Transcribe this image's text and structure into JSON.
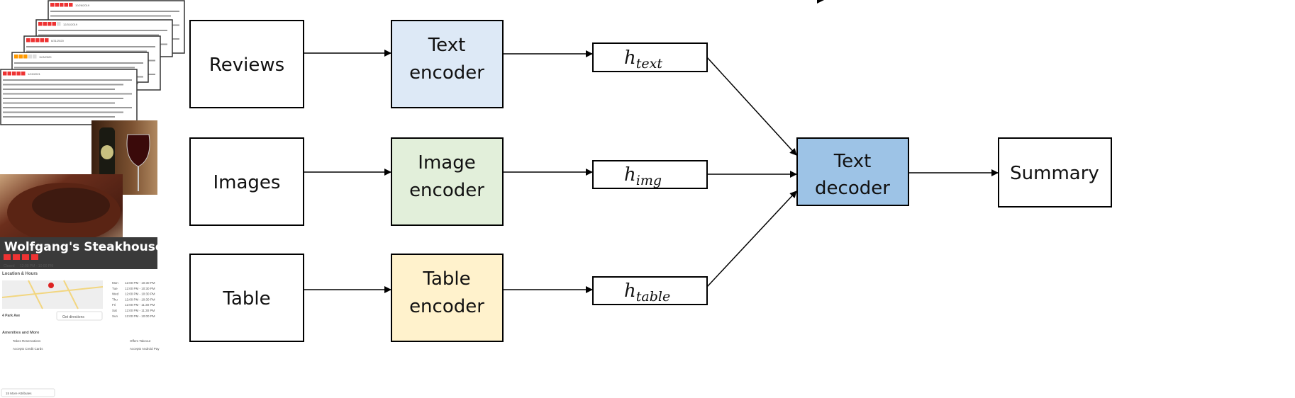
{
  "inputs": [
    {
      "label": "Reviews"
    },
    {
      "label": "Images"
    },
    {
      "label": "Table"
    }
  ],
  "encoders": [
    {
      "line1": "Text",
      "line2": "encoder",
      "color": "#dde9f6"
    },
    {
      "line1": "Image",
      "line2": "encoder",
      "color": "#e2efda"
    },
    {
      "line1": "Table",
      "line2": "encoder",
      "color": "#fff2cc"
    }
  ],
  "hidden": [
    {
      "base": "h",
      "sub": "text"
    },
    {
      "base": "h",
      "sub": "img"
    },
    {
      "base": "h",
      "sub": "table"
    }
  ],
  "decoder": {
    "line1": "Text",
    "line2": "decoder",
    "color": "#9dc3e6"
  },
  "output": {
    "label": "Summary"
  },
  "thumbnails": {
    "reviews_dates": [
      "10/26/2019",
      "12/31/2019",
      "6/31/2020",
      "11/3/2020",
      "1/15/2021"
    ],
    "table_card": {
      "title": "Wolfgang's Steakhouse",
      "section": "Location & Hours",
      "status": "Closed",
      "hours_now": "12:00 PM - 10:00 PM",
      "address": "4 Park Ave",
      "directions": "Get directions",
      "days": [
        "Mon",
        "Tue",
        "Wed",
        "Thu",
        "Fri",
        "Sat",
        "Sun"
      ],
      "hours": [
        "12:00 PM - 10:30 PM",
        "12:00 PM - 10:30 PM",
        "12:00 PM - 10:30 PM",
        "12:00 PM - 10:30 PM",
        "12:00 PM - 11:30 PM",
        "12:00 PM - 11:30 PM",
        "12:00 PM - 10:00 PM"
      ],
      "amenities_title": "Amenities and More",
      "amenities": [
        "Takes Reservations",
        "Offers Takeout",
        "Accepts Credit Cards",
        "Accepts Android Pay"
      ],
      "more": "15 More Attributes"
    }
  }
}
